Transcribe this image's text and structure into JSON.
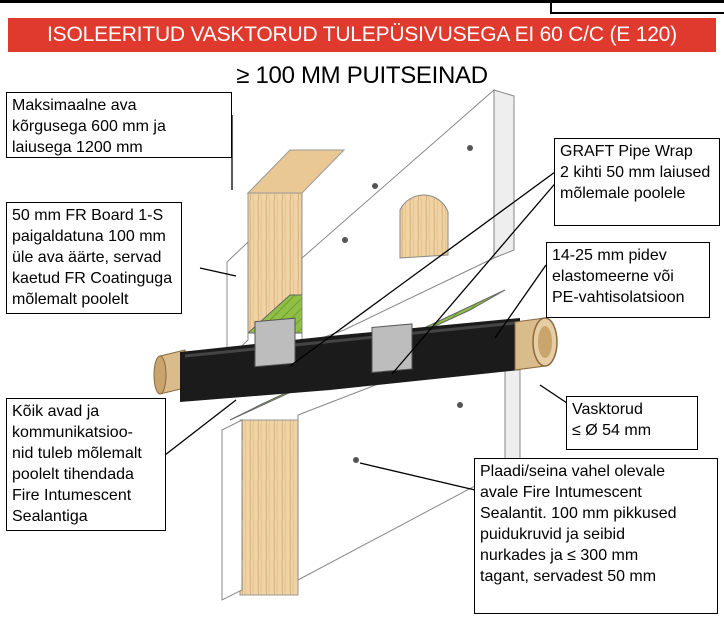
{
  "banner": {
    "title": "ISOLEERITUD VASKTORUD TULEPÜSIVUSEGA EI 60 C/C (E 120)",
    "color": "#e03a2f"
  },
  "subtitle": "≥ 100 MM PUITSEINAD",
  "callouts": {
    "opening": "Maksimaalne ava\nkõrgusega 600 mm ja\nlaiusega 1200 mm",
    "fr_board": "50 mm FR Board 1-S\npaigaldatuna 100 mm\nüle ava äärte, servad\nkaetud FR Coatinguga\nmõlemalt poolelt",
    "sealing": "Kõik avad ja\nkommunikatsioo-\nnid tuleb mõlemalt\npoolelt tihendada\nFire Intumescent\nSealantiga",
    "pipe_wrap": "GRAFT Pipe Wrap\n2 kihti 50 mm laiused\nmõlemale poolele",
    "insulation": "14-25 mm pidev\nelastomeerne või\nPE-vahtisolatsioon",
    "pipes": "Vasktorud\n≤ Ø 54 mm",
    "sealant": "Plaadi/seina vahel olevale\navale Fire Intumescent\nSealantit. 100 mm pikkused\npuidukruvid ja seibid\nnurkades ja ≤ 300 mm\ntagant, servadest 50 mm"
  },
  "colors": {
    "wood": "#f0d3a4",
    "wood_grain": "#c9a46c",
    "board": "#ffffff",
    "insulation": "#1b1b1b",
    "pipe": "#d9bb8c",
    "green_layer": "#8fbf44",
    "wrap": "#bdbdbd"
  }
}
